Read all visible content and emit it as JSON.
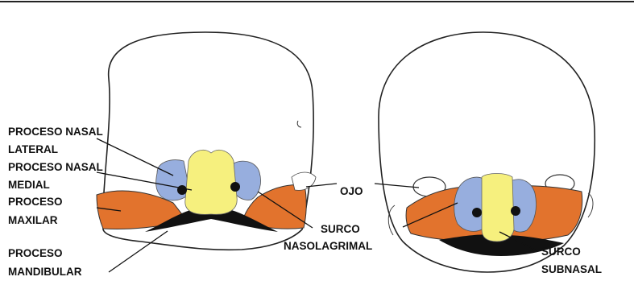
{
  "labels": {
    "proceso_nasal_lateral": [
      "PROCESO NASAL",
      "LATERAL"
    ],
    "proceso_nasal_medial": [
      "PROCESO NASAL",
      "MEDIAL"
    ],
    "proceso_maxilar": [
      "PROCESO",
      "MAXILAR"
    ],
    "proceso_mandibular": [
      "PROCESO",
      "MANDIBULAR"
    ],
    "ojo": "OJO",
    "surco_nasolagrimal": [
      "SURCO",
      "NASOLAGRIMAL"
    ],
    "surco_subnasal": [
      "SURCO",
      "SUBNASAL"
    ]
  },
  "colors": {
    "lateral_nasal": "#97aede",
    "medial_nasal": "#f6f07e",
    "maxillary": "#e2732d",
    "mandibular": "#111111",
    "outline": "#222222",
    "leader_line": "#111111"
  }
}
